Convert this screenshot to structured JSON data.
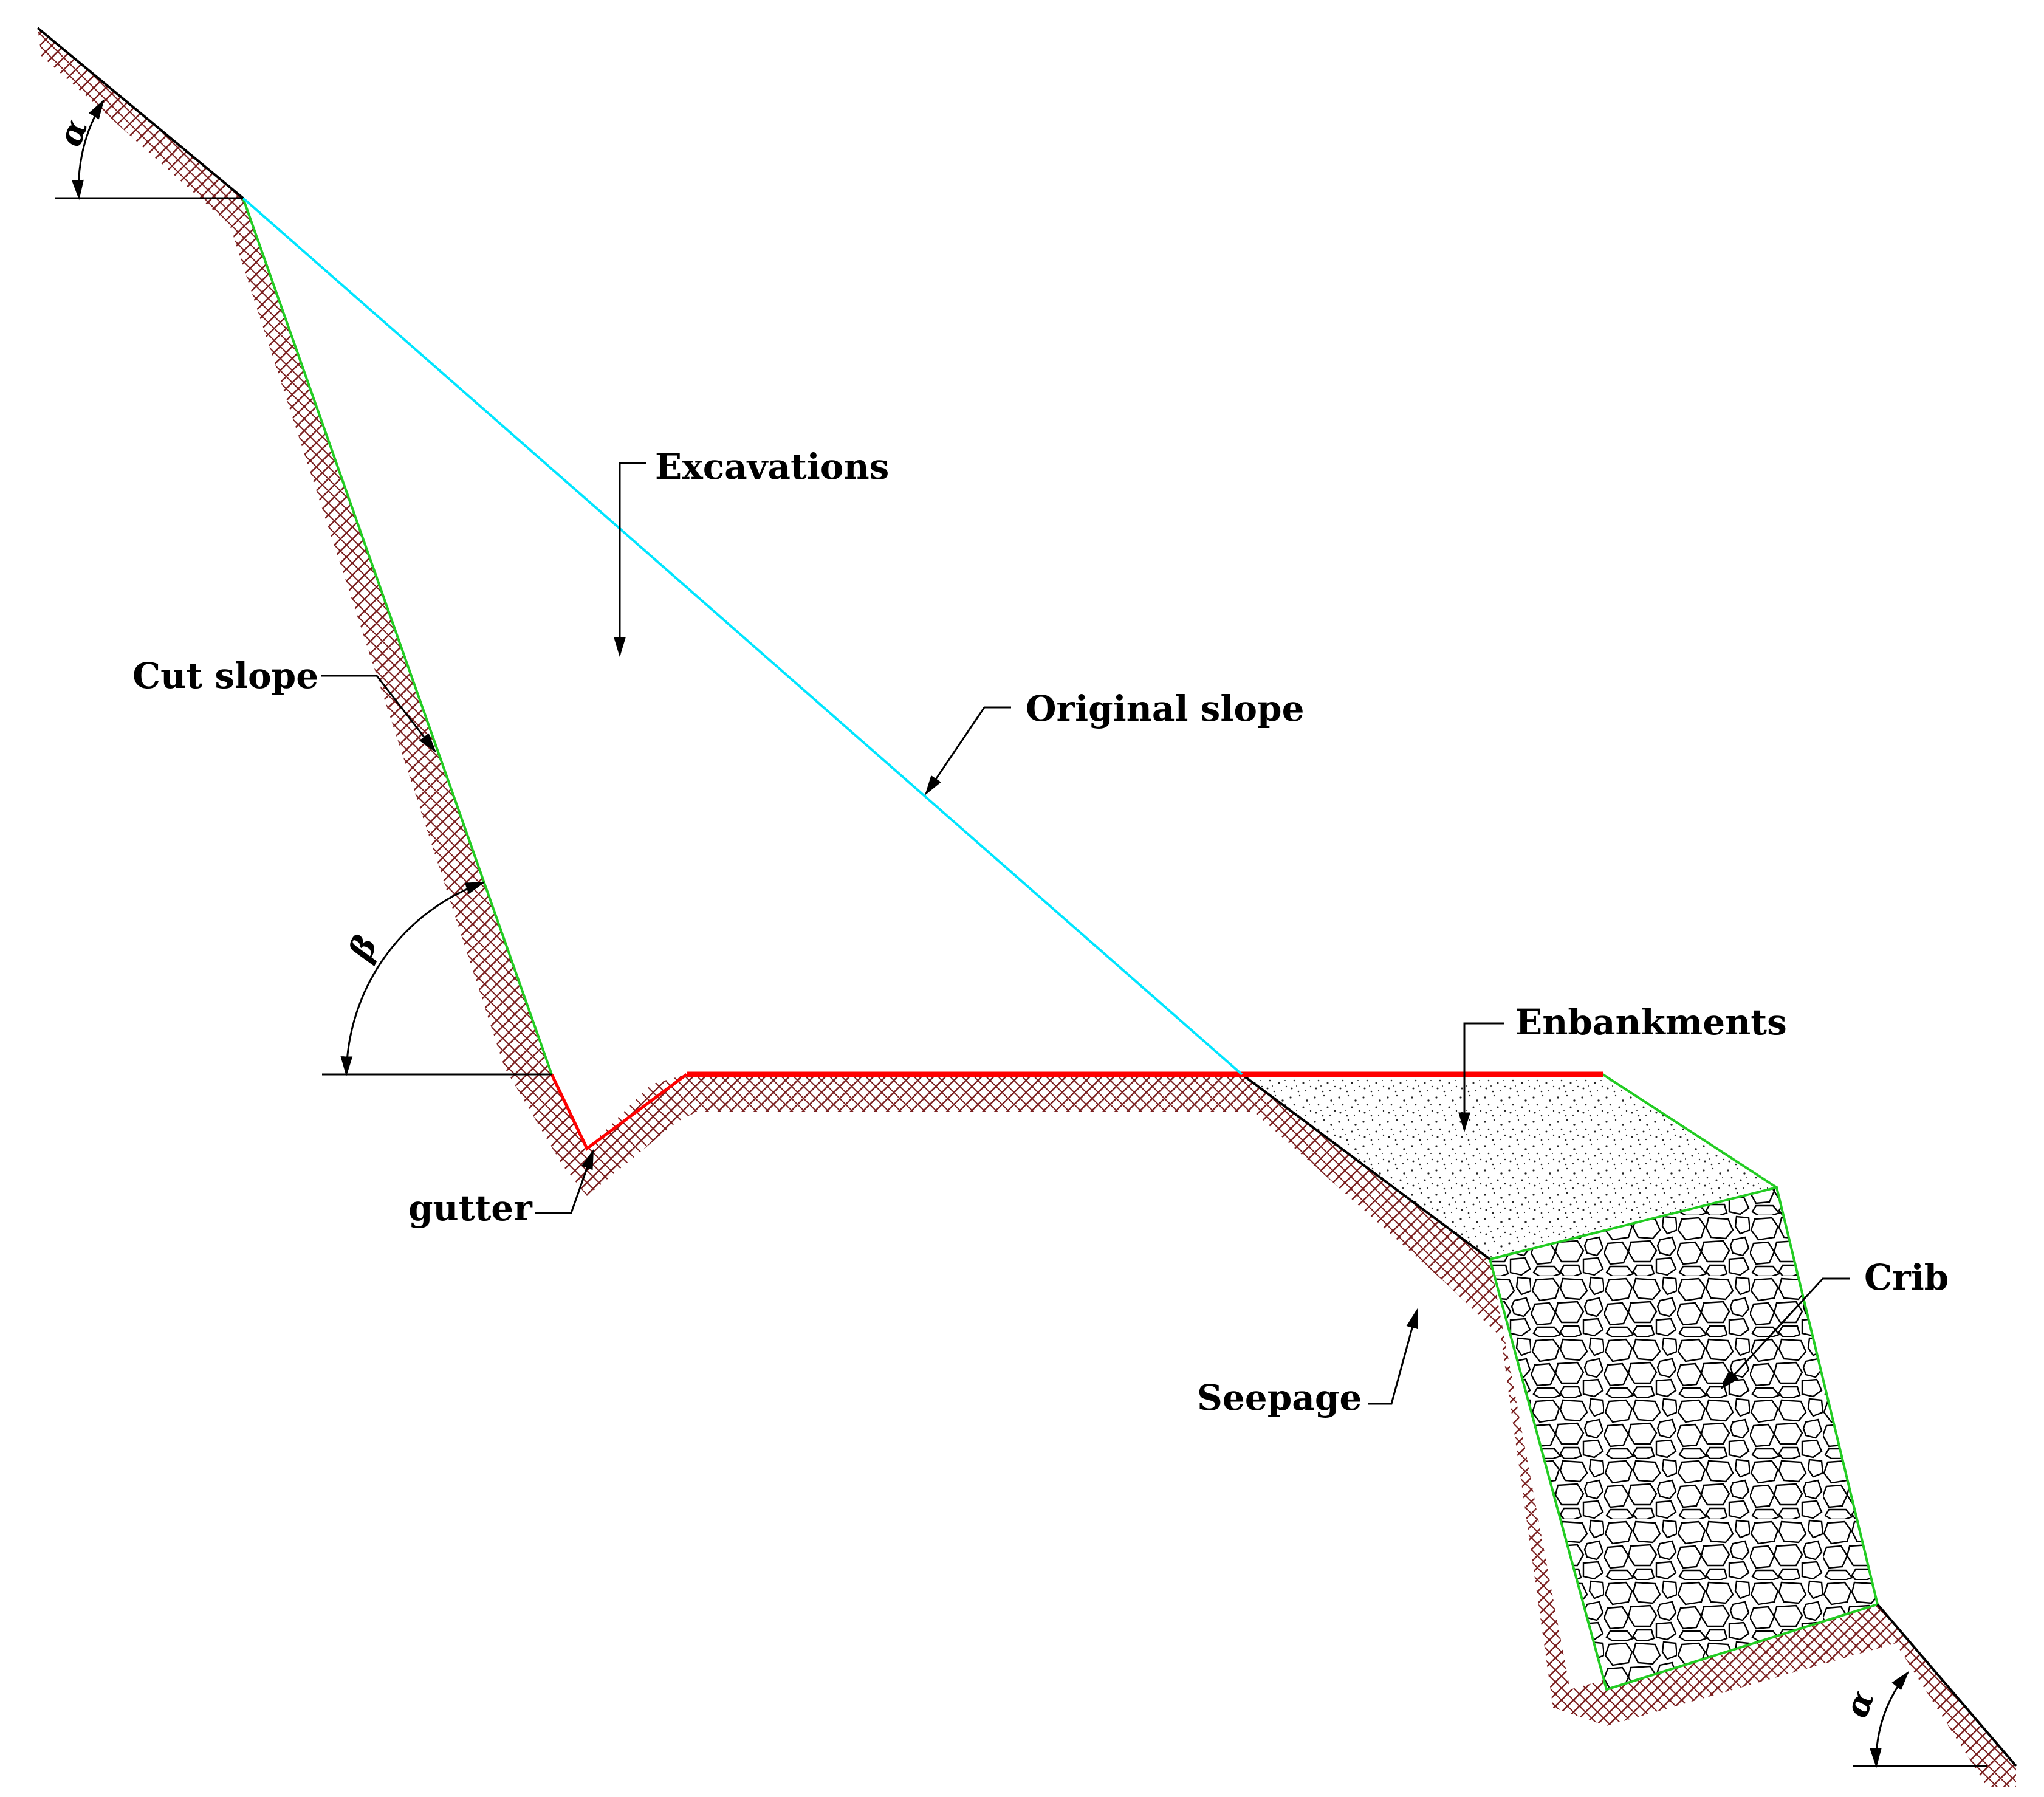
{
  "labels": {
    "excavations": "Excavations",
    "cut_slope": "Cut slope",
    "original_slope": "Original slope",
    "enbankments": "Enbankments",
    "gutter": "gutter",
    "crib": "Crib",
    "seepage": "Seepage"
  },
  "angles": {
    "alpha_top": "α",
    "beta": "β",
    "alpha_bottom": "α"
  },
  "colors": {
    "ground_hatch": "#7a1f1f",
    "original_slope_line": "#00e5ff",
    "road_surface": "#ff0000",
    "cut_face": "#22cc22",
    "outline": "#000000"
  }
}
